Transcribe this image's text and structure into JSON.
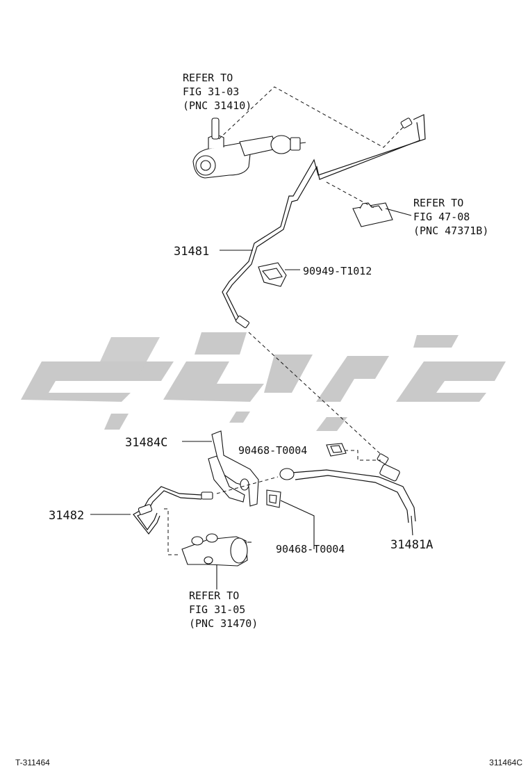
{
  "watermark": {
    "color": "#c9c9c9"
  },
  "labels": {
    "refer_master": [
      "REFER TO",
      "FIG 31-03",
      "(PNC 31410)"
    ],
    "refer_bracket": [
      "REFER TO",
      "FIG 47-08",
      "(PNC 47371B)"
    ],
    "refer_release": [
      "REFER TO",
      "FIG 31-05",
      "(PNC 31470)"
    ],
    "p31481": "31481",
    "p90949": "90949-T1012",
    "p31484c": "31484C",
    "p90468_top": "90468-T0004",
    "p31482": "31482",
    "p90468_bottom": "90468-T0004",
    "p31481a": "31481A"
  },
  "footer": {
    "left": "T-311464",
    "right": "311464C"
  }
}
